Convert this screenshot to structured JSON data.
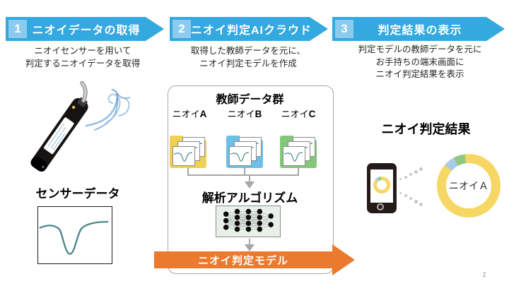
{
  "steps": [
    {
      "number": "1",
      "title": "ニオイデータの取得",
      "description": "ニオイセンサーを用いて\n判定するニオイデータを取得"
    },
    {
      "number": "2",
      "title": "ニオイ判定AIクラウド",
      "description": "取得した教師データを元に、\nニオイ判定モデルを作成"
    },
    {
      "number": "3",
      "title": "判定結果の表示",
      "description": "判定モデルの教師データを元に\nお手持ちの端末画面に\nニオイ判定結果を表示"
    }
  ],
  "sensor": {
    "heading": "センサーデータ",
    "image": "odor-sensor-device-with-blue-smoke",
    "curve": "response-dip-curve"
  },
  "cloud_box": {
    "title": "教師データ群",
    "folders": [
      {
        "prefix": "ニオイ",
        "letter": "A",
        "color": "#efd052"
      },
      {
        "prefix": "ニオイ",
        "letter": "B",
        "color": "#6cc0e6"
      },
      {
        "prefix": "ニオイ",
        "letter": "C",
        "color": "#82c878"
      }
    ],
    "algorithm_heading": "解析アルゴリズム",
    "algorithm_icon": "neural-network-icon",
    "model_arrow_label": "ニオイ判定モデル"
  },
  "result": {
    "heading": "ニオイ判定結果",
    "donut_center_label": "ニオイＡ",
    "chart_data": {
      "type": "pie",
      "title": "ニオイ判定結果",
      "center_label": "ニオイＡ",
      "segments": [
        {
          "color": "#f6d763",
          "value": 88.6
        },
        {
          "color": "#a9cbe8",
          "value": 5.8
        },
        {
          "color": "#8fc97e",
          "value": 5.6
        }
      ],
      "start_angles_deg": {
        "yellow": 0,
        "blue": 311,
        "green": 332,
        "yellow_end": 353
      }
    }
  },
  "colors": {
    "banner_blue": "#33a9e0",
    "banner_number_box": "#8ccbed",
    "model_arrow_orange": "#eb7a2e",
    "folder_yellow": "#efd052",
    "folder_blue": "#6cc0e6",
    "folder_green": "#82c878",
    "curve_teal": "#4e858c",
    "connector_gray": "#a6a6a6",
    "nn_box_bg": "#e9f0e9"
  },
  "page_number": "2"
}
